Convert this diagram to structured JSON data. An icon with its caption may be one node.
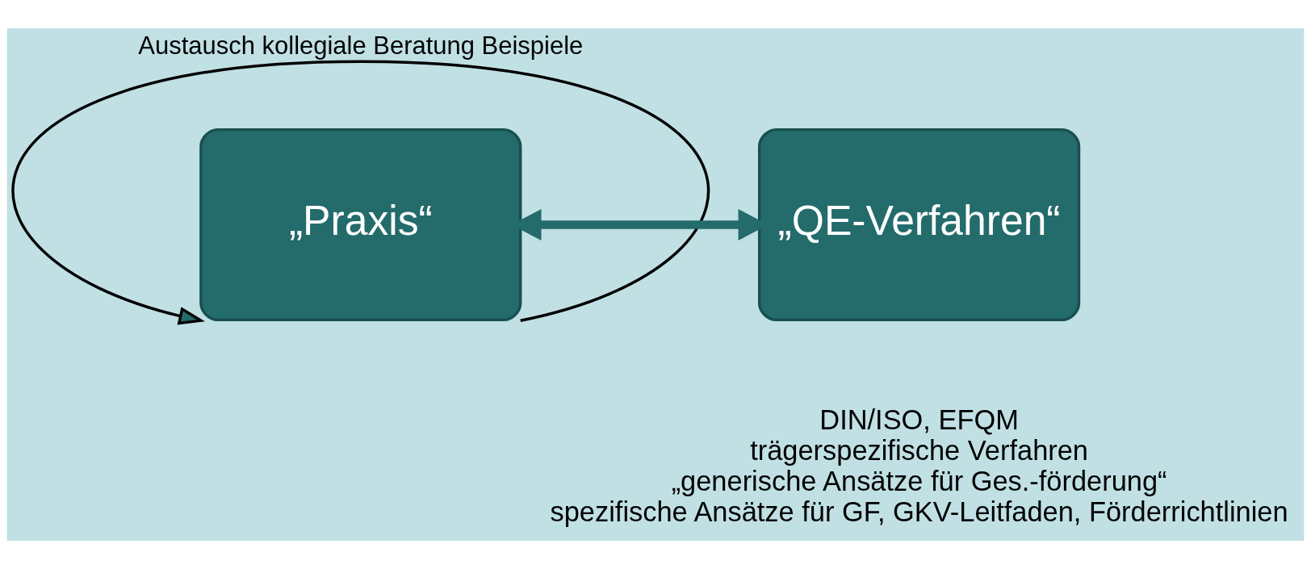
{
  "diagram": {
    "nodes": [
      {
        "text": [
          "„Praxis“"
        ]
      },
      {
        "text": [
          "„QE-Verfahren“"
        ],
        "beside": [
          "DIN/ISO, EFQM",
          "trägerspezifische Verfahren",
          "„generische Ansätze für Ges.-förderung“",
          "spezifische Ansätze für GF, GKV-Leitfaden, Förderrichtlinien"
        ]
      }
    ],
    "edges": [
      {
        "from": 0,
        "to": 1,
        "arrow": "both",
        "style": "thick",
        "color": "#246b6b"
      },
      {
        "from": 0,
        "to": 0,
        "arrow": "to",
        "color": "#000000",
        "label": "Austausch kollegiale Beratung Beispiele"
      }
    ]
  }
}
